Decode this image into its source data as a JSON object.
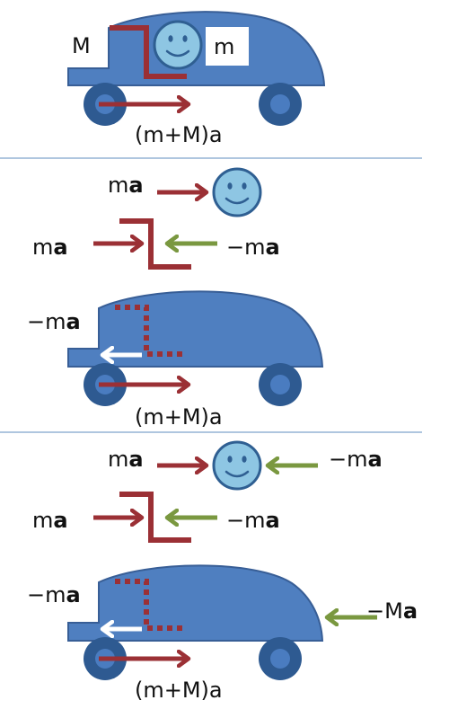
{
  "colors": {
    "car_body": "#4F7FC0",
    "car_outline": "#385E96",
    "wheel": "#2E5A91",
    "hub": "#4A7CC0",
    "red_arrow": "#9B3035",
    "green_arrow": "#7A9840",
    "white_arrow": "#FFFFFF",
    "face": "#8EC6E3",
    "divider": "#7FA3CC"
  },
  "panel1": {
    "label_M": "M",
    "label_m": "m",
    "label_total": "(m+M)a"
  },
  "panel2": {
    "person_force": {
      "text": "m",
      "bold": "a"
    },
    "seat_left_force": {
      "text": "m",
      "bold": "a"
    },
    "seat_right_force": {
      "text": "−m",
      "bold": "a"
    },
    "car_force": {
      "text": "−m",
      "bold": "a"
    },
    "label_total": "(m+M)a"
  },
  "panel3": {
    "person_left_force": {
      "text": "m",
      "bold": "a"
    },
    "person_right_force": {
      "text": "−m",
      "bold": "a"
    },
    "seat_left_force": {
      "text": "m",
      "bold": "a"
    },
    "seat_right_force": {
      "text": "−m",
      "bold": "a"
    },
    "car_force": {
      "text": "−m",
      "bold": "a"
    },
    "car_right_force": {
      "text": "−M",
      "bold": "a"
    },
    "label_total": "(m+M)a"
  }
}
